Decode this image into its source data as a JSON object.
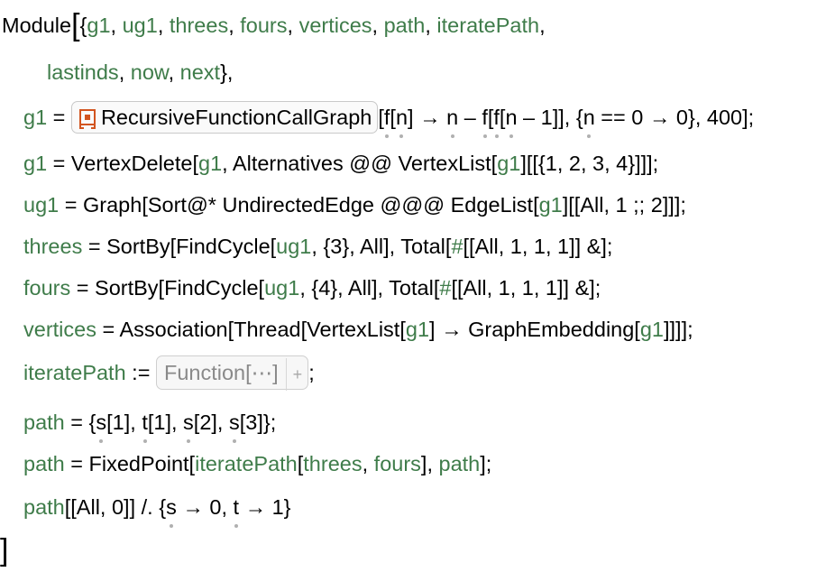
{
  "module_open": "Module",
  "bracket_open": "[",
  "bracket_close": "]",
  "vars": {
    "open": "{",
    "g1": "g1",
    "ug1": "ug1",
    "threes": "threes",
    "fours": "fours",
    "vertices": "vertices",
    "path": "path",
    "iteratePath": "iteratePath",
    "lastinds": "lastinds",
    "now": "now",
    "next": "next",
    "close": "},"
  },
  "line3": {
    "var": "g1",
    "eq": " = ",
    "resource_label": "RecursiveFunctionCallGraph",
    "args_a": "[",
    "f1": "f",
    "b1": "[",
    "n1": "n",
    "c1": "] → ",
    "n2": "n",
    "minus": " – ",
    "f2": "f",
    "b2": "[",
    "f3": "f",
    "b3": "[",
    "n3": "n",
    "tail": " – 1]], {",
    "n4": "n",
    "tail2": " == 0 → 0}, 400];"
  },
  "line4": {
    "var1": "g1",
    "a": " = VertexDelete[",
    "var2": "g1",
    "b": ", Alternatives @@ VertexList[",
    "var3": "g1",
    "c": "][[{1, 2, 3, 4}]]];"
  },
  "line5": {
    "var1": "ug1",
    "a": " = Graph[Sort@* UndirectedEdge @@@ EdgeList[",
    "var2": "g1",
    "b": "][[All, 1 ;; 2]]];"
  },
  "line6": {
    "var1": "threes",
    "a": " = SortBy[FindCycle[",
    "var2": "ug1",
    "b": ", {3}, All], Total[",
    "hash": "#",
    "c": "[[All, 1, 1, 1]] &];"
  },
  "line7": {
    "var1": "fours",
    "a": " = SortBy[FindCycle[",
    "var2": "ug1",
    "b": ", {4}, All], Total[",
    "hash": "#",
    "c": "[[All, 1, 1, 1]] &];"
  },
  "line8": {
    "var1": "vertices",
    "a": " = Association[Thread[VertexList[",
    "var2": "g1",
    "b": "] → GraphEmbedding[",
    "var3": "g1",
    "c": "]]]];"
  },
  "line9": {
    "var1": "iteratePath",
    "a": " := ",
    "fn_label": "Function[",
    "fn_dots": "⋯",
    "fn_close": "]",
    "fn_plus": "+",
    "b": ";"
  },
  "line10": {
    "var1": "path",
    "a": " = {",
    "s1": "s",
    "b": "[1], ",
    "t1": "t",
    "c": "[1], ",
    "s2": "s",
    "d": "[2], ",
    "s3": "s",
    "e": "[3]};"
  },
  "line11": {
    "var1": "path",
    "a": " = FixedPoint[",
    "var2": "iteratePath",
    "b": "[",
    "var3": "threes",
    "c": ", ",
    "var4": "fours",
    "d": "], ",
    "var5": "path",
    "e": "];"
  },
  "line12": {
    "var1": "path",
    "a": "[[All, 0]] /. {",
    "s": "s",
    "b": " → 0, ",
    "t": "t",
    "c": " → 1}"
  }
}
